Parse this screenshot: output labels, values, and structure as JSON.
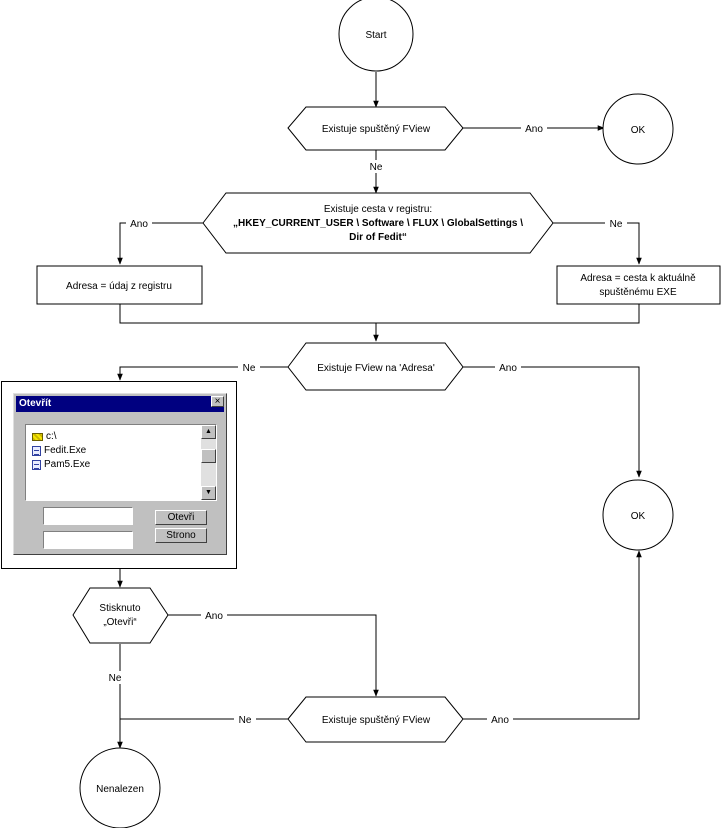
{
  "diagram": {
    "start": "Start",
    "check_running_1": "Existuje spuštěný FView",
    "ok_1": "OK",
    "no_1": "Ne",
    "yes_1": "Ano",
    "registry_line1": "Existuje cesta v registru:",
    "registry_line2": "„HKEY_CURRENT_USER \\ Software \\ FLUX \\ GlobalSettings \\",
    "registry_line3": "Dir of Fedit“",
    "yes_registry": "Ano",
    "no_registry": "Ne",
    "addr_registry": "Adresa = údaj z registru",
    "addr_exe_line1": "Adresa = cesta k aktuálně",
    "addr_exe_line2": "spuštěnému EXE",
    "check_address": "Existuje FView na 'Adresa'",
    "no_address": "Ne",
    "yes_address": "Ano",
    "ok_2": "OK",
    "pressed_line1": "Stisknuto",
    "pressed_line2": "„Otevři“",
    "yes_pressed": "Ano",
    "no_pressed": "Ne",
    "check_running_2": "Existuje spuštěný FView",
    "no_running_2": "Ne",
    "yes_running_2": "Ano",
    "not_found": "Nenalezen"
  },
  "dialog": {
    "title": "Otevřít",
    "close": "×",
    "items": [
      {
        "label": "c:\\",
        "icon": "drive-icon"
      },
      {
        "label": "Fedit.Exe",
        "icon": "file-icon"
      },
      {
        "label": "Pam5.Exe",
        "icon": "file-icon"
      }
    ],
    "scroll_up": "▲",
    "scroll_down": "▼",
    "open_button": "Otevři",
    "cancel_button": "Strono"
  }
}
